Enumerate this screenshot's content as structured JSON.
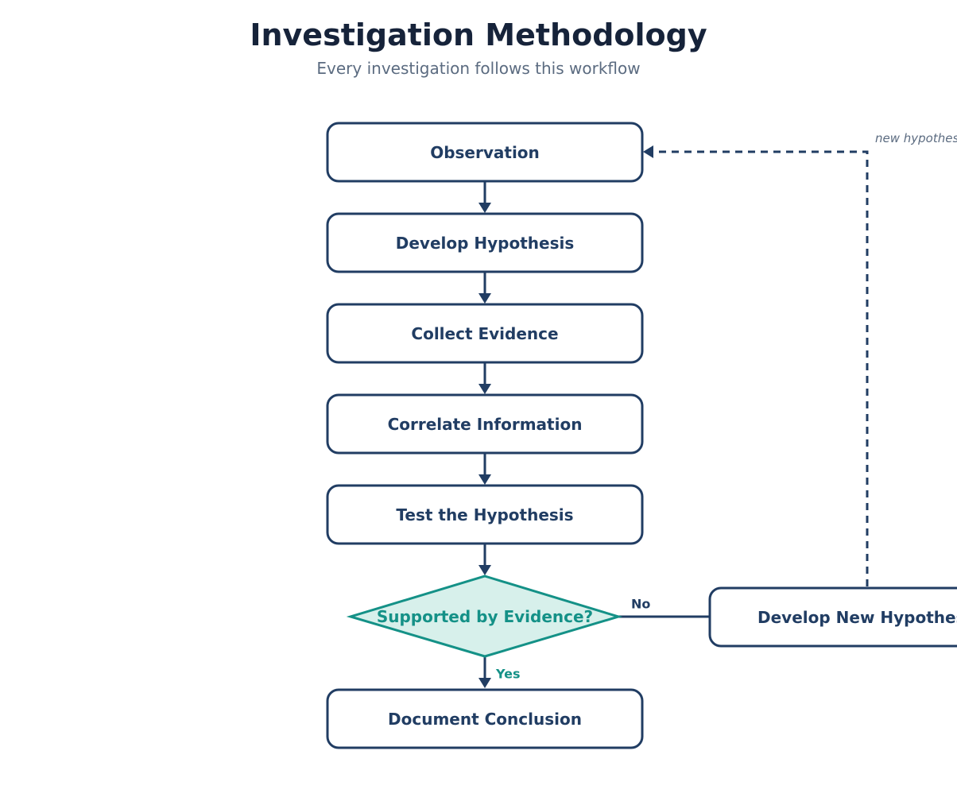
{
  "header": {
    "title": "Investigation Methodology",
    "subtitle": "Every investigation follows this workflow"
  },
  "steps": [
    {
      "label": "Observation"
    },
    {
      "label": "Develop Hypothesis"
    },
    {
      "label": "Collect Evidence"
    },
    {
      "label": "Correlate Information"
    },
    {
      "label": "Test the Hypothesis"
    }
  ],
  "decision": {
    "label": "Supported by Evidence?",
    "no_label": "No",
    "yes_label": "Yes"
  },
  "conclusion": {
    "label": "Document Conclusion"
  },
  "side_step": {
    "label": "Develop New Hypothesis"
  },
  "loop": {
    "label": "new hypothesis"
  },
  "colors": {
    "primary": "#213d63",
    "accent": "#149187",
    "decision_fill": "#d7f0eb",
    "muted_text": "#5b6b80",
    "title_text": "#16233a"
  }
}
